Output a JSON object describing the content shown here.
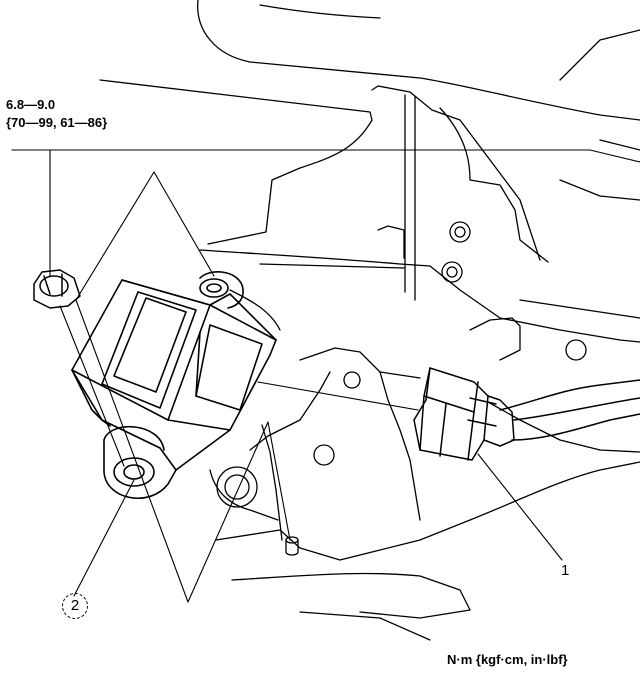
{
  "torque": {
    "line1": "6.8—9.0",
    "line2": "{70—99, 61—86}"
  },
  "callouts": {
    "item1": "1",
    "item2": "2"
  },
  "units": "N·m {kgf·cm, in·lbf}",
  "colors": {
    "ink": "#000000",
    "paper": "#ffffff"
  }
}
